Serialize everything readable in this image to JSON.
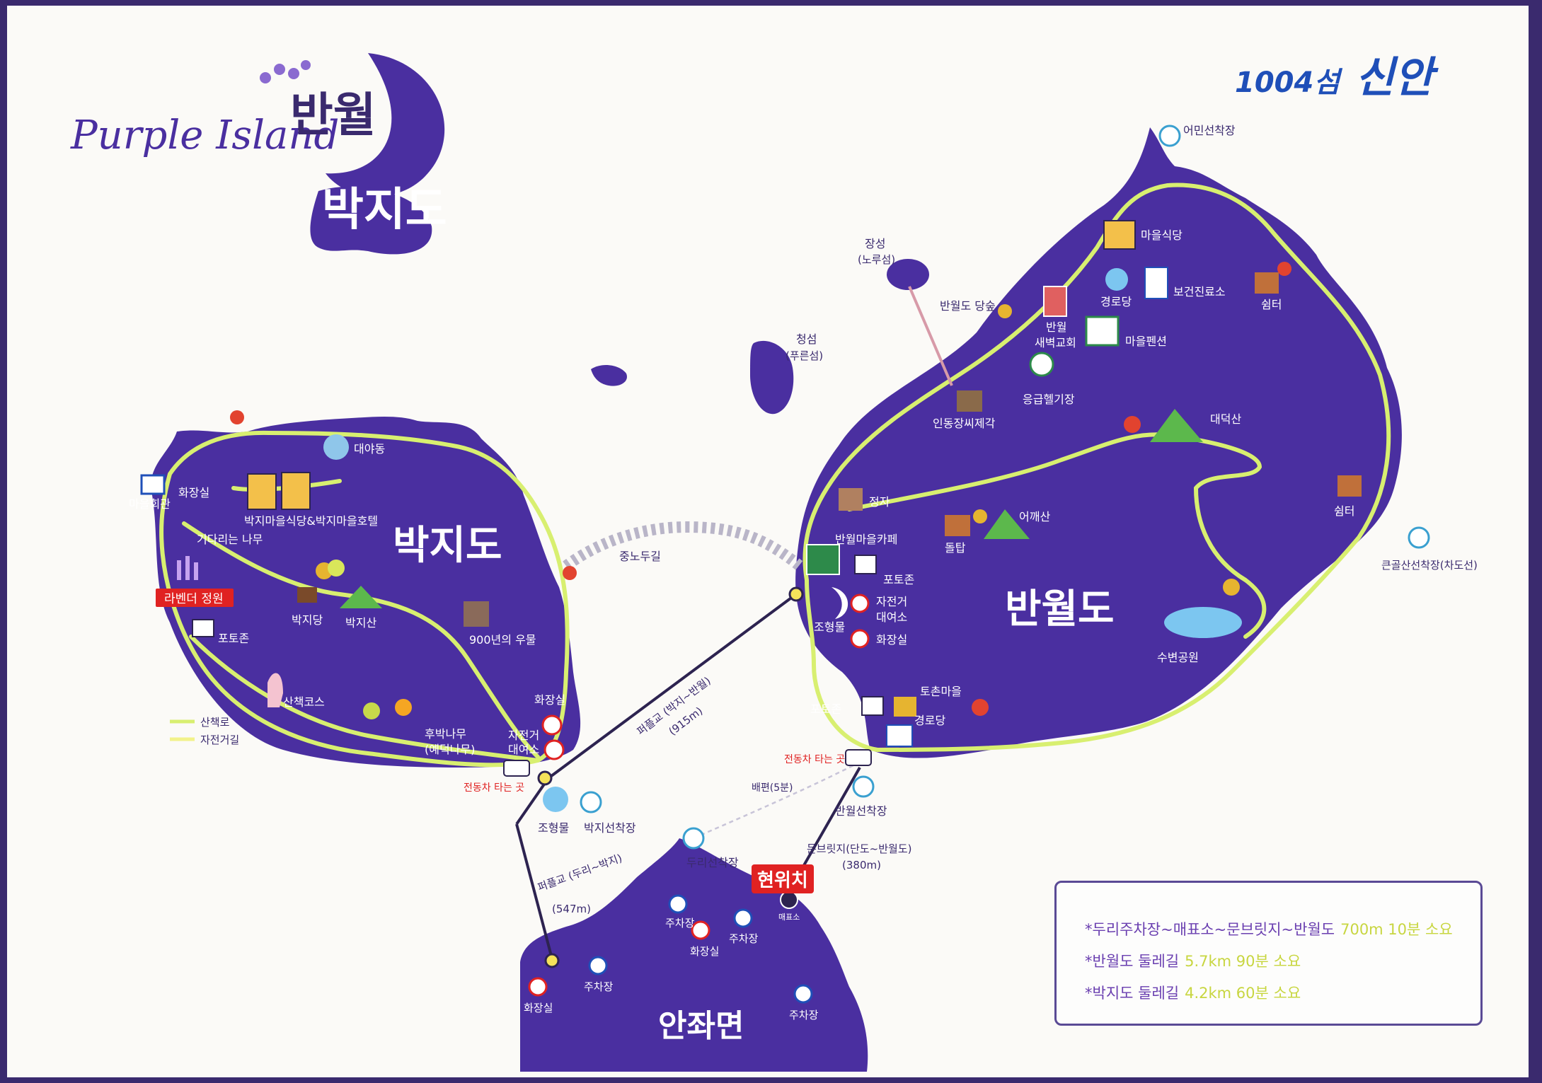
{
  "brand": {
    "purple_island": "Purple Island",
    "title_line1": "반월",
    "title_line2": "박지도",
    "shinan_number": "1004섬",
    "shinan_name": "신안"
  },
  "islands": {
    "bakji": "박지도",
    "banwol": "반월도",
    "anjwa": "안좌면",
    "jangseong": "장성",
    "jangseong_sub": "(노루섬)",
    "cheongseong": "청섬",
    "cheongseong_sub": "(푸른섬)"
  },
  "bakji_places": {
    "hall": "마을회관",
    "restroom_top": "화장실",
    "daeyadong": "대야동",
    "restaurant_hotel": "박지마을식당&박지마을호텔",
    "waiting_tree": "기다리는 나무",
    "lavender_garden": "라벤더 정원",
    "bakjidang": "박지당",
    "bakjisan": "박지산",
    "photo_zone": "포토존",
    "well": "900년의 우물",
    "trail_course": "산책코스",
    "hornbeam": "후박나무",
    "hornbeam_sub": "(예덕나무)",
    "restroom_pier": "화장실",
    "bike_rental": "자전거",
    "bike_rental_sub": "대여소",
    "cart_stop": "전동차 타는 곳",
    "joheyongmul": "조형물",
    "pier": "박지선착장"
  },
  "banwol_places": {
    "eomin_pier": "어민선착장",
    "restaurant": "마을식당",
    "senior_center_top": "경로당",
    "health_center": "보건진료소",
    "shelter_1": "쉼터",
    "dangsup": "반월도 당숲",
    "church": "반월",
    "church_sub": "새벽교회",
    "pension": "마을펜션",
    "heliport": "응급헬기장",
    "seed_pavilion": "인동장씨제각",
    "daedeoksan": "대덕산",
    "pavilion": "정자",
    "eogaesan": "어깨산",
    "stone_tower": "돌탑",
    "shelter_2": "쉼터",
    "cafe": "반월마을카페",
    "photo_zone_top": "포토존",
    "bike_rental": "자전거",
    "bike_rental_sub": "대여소",
    "sculpture": "조형물",
    "restroom": "화장실",
    "keungol_pier": "큰골산선착장(차도선)",
    "waterside_park": "수변공원",
    "tochon_village": "토촌마을",
    "photo_zone_bottom": "포토존",
    "senior_center_bottom": "경로당",
    "cart_stop": "전동차 타는 곳",
    "pier": "반월선착장"
  },
  "anjwa_places": {
    "duri_pier": "두리선착장",
    "parking_1": "주차장",
    "restroom_1": "화장실",
    "parking_2": "주차장",
    "here": "현위치",
    "here_small": "매표소",
    "parking_3": "주차장",
    "restroom_2": "화장실",
    "parking_4": "주차장"
  },
  "routes": {
    "jongno_dugil": "중노두길",
    "purple_bridge_bakji_banwol": "퍼플교 (박지~반월)",
    "purple_bridge_bakji_banwol_len": "(915m)",
    "purple_bridge_duri_bakji": "퍼플교 (두리~박지)",
    "purple_bridge_duri_bakji_len": "(547m)",
    "moon_bridge": "문브릿지(단도~반월도)",
    "moon_bridge_len": "(380m)",
    "ferry": "배편(5분)"
  },
  "legend": {
    "walking_trail": "산책로",
    "bike_path": "자전거길"
  },
  "info_box": {
    "line1": "*두리주차장~매표소~문브릿지~반월도",
    "line1_hl": "700m 10분 소요",
    "line2": "*반월도 둘레길",
    "line2_hl": "5.7km 90분 소요",
    "line3": "*박지도 둘레길",
    "line3_hl": "4.2km 60분 소요"
  },
  "colors": {
    "island": "#4a2fa0",
    "trail": "#d8ef70",
    "paper": "#fbfaf7",
    "frame": "#3a2a6e",
    "accent_red": "#e02222",
    "shinan_blue": "#1f4fb8"
  }
}
